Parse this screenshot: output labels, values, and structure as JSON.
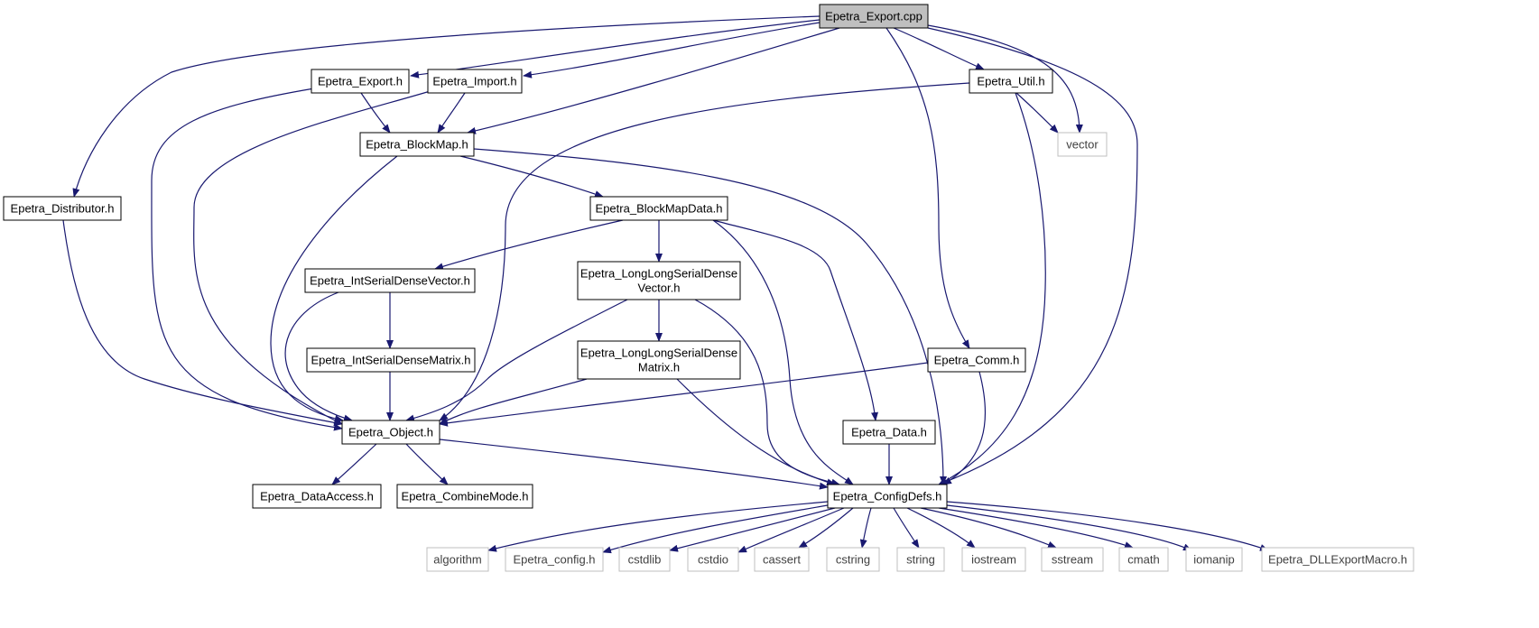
{
  "colors": {
    "edge": "#191970",
    "root_fill": "#bfbfbf",
    "node_fill": "#ffffff",
    "node_border": "#000000",
    "system_border": "#bfbfbf"
  },
  "nodes": [
    {
      "id": "export_cpp",
      "lines": [
        "Epetra_Export.cpp"
      ],
      "kind": "root"
    },
    {
      "id": "export_h",
      "lines": [
        "Epetra_Export.h"
      ],
      "kind": "local"
    },
    {
      "id": "import_h",
      "lines": [
        "Epetra_Import.h"
      ],
      "kind": "local"
    },
    {
      "id": "util_h",
      "lines": [
        "Epetra_Util.h"
      ],
      "kind": "local"
    },
    {
      "id": "vector",
      "lines": [
        "vector"
      ],
      "kind": "system"
    },
    {
      "id": "blockmap_h",
      "lines": [
        "Epetra_BlockMap.h"
      ],
      "kind": "local"
    },
    {
      "id": "distributor_h",
      "lines": [
        "Epetra_Distributor.h"
      ],
      "kind": "local"
    },
    {
      "id": "blockmapdata_h",
      "lines": [
        "Epetra_BlockMapData.h"
      ],
      "kind": "local"
    },
    {
      "id": "intserialdensevector_h",
      "lines": [
        "Epetra_IntSerialDenseVector.h"
      ],
      "kind": "local"
    },
    {
      "id": "llsdvector_h",
      "lines": [
        "Epetra_LongLongSerialDense",
        "Vector.h"
      ],
      "kind": "local"
    },
    {
      "id": "intserialdensematrix_h",
      "lines": [
        "Epetra_IntSerialDenseMatrix.h"
      ],
      "kind": "local"
    },
    {
      "id": "llsdmatrix_h",
      "lines": [
        "Epetra_LongLongSerialDense",
        "Matrix.h"
      ],
      "kind": "local"
    },
    {
      "id": "comm_h",
      "lines": [
        "Epetra_Comm.h"
      ],
      "kind": "local"
    },
    {
      "id": "object_h",
      "lines": [
        "Epetra_Object.h"
      ],
      "kind": "local"
    },
    {
      "id": "data_h",
      "lines": [
        "Epetra_Data.h"
      ],
      "kind": "local"
    },
    {
      "id": "dataaccess_h",
      "lines": [
        "Epetra_DataAccess.h"
      ],
      "kind": "local"
    },
    {
      "id": "combinemode_h",
      "lines": [
        "Epetra_CombineMode.h"
      ],
      "kind": "local"
    },
    {
      "id": "configdefs_h",
      "lines": [
        "Epetra_ConfigDefs.h"
      ],
      "kind": "local"
    },
    {
      "id": "algorithm",
      "lines": [
        "algorithm"
      ],
      "kind": "system"
    },
    {
      "id": "epetra_config_h",
      "lines": [
        "Epetra_config.h"
      ],
      "kind": "system"
    },
    {
      "id": "cstdlib",
      "lines": [
        "cstdlib"
      ],
      "kind": "system"
    },
    {
      "id": "cstdio",
      "lines": [
        "cstdio"
      ],
      "kind": "system"
    },
    {
      "id": "cassert",
      "lines": [
        "cassert"
      ],
      "kind": "system"
    },
    {
      "id": "cstring",
      "lines": [
        "cstring"
      ],
      "kind": "system"
    },
    {
      "id": "string",
      "lines": [
        "string"
      ],
      "kind": "system"
    },
    {
      "id": "iostream",
      "lines": [
        "iostream"
      ],
      "kind": "system"
    },
    {
      "id": "sstream",
      "lines": [
        "sstream"
      ],
      "kind": "system"
    },
    {
      "id": "cmath",
      "lines": [
        "cmath"
      ],
      "kind": "system"
    },
    {
      "id": "iomanip",
      "lines": [
        "iomanip"
      ],
      "kind": "system"
    },
    {
      "id": "dllexportmacro_h",
      "lines": [
        "Epetra_DLLExportMacro.h"
      ],
      "kind": "system"
    }
  ],
  "edges": [
    {
      "from": "export_cpp",
      "to": "export_h"
    },
    {
      "from": "export_cpp",
      "to": "import_h"
    },
    {
      "from": "export_cpp",
      "to": "blockmap_h"
    },
    {
      "from": "export_cpp",
      "to": "distributor_h"
    },
    {
      "from": "export_cpp",
      "to": "util_h"
    },
    {
      "from": "export_cpp",
      "to": "vector"
    },
    {
      "from": "export_cpp",
      "to": "comm_h"
    },
    {
      "from": "export_cpp",
      "to": "configdefs_h"
    },
    {
      "from": "export_h",
      "to": "blockmap_h"
    },
    {
      "from": "export_h",
      "to": "object_h"
    },
    {
      "from": "import_h",
      "to": "blockmap_h"
    },
    {
      "from": "import_h",
      "to": "object_h"
    },
    {
      "from": "util_h",
      "to": "vector"
    },
    {
      "from": "util_h",
      "to": "object_h"
    },
    {
      "from": "util_h",
      "to": "configdefs_h"
    },
    {
      "from": "blockmap_h",
      "to": "blockmapdata_h"
    },
    {
      "from": "blockmap_h",
      "to": "object_h"
    },
    {
      "from": "blockmap_h",
      "to": "configdefs_h"
    },
    {
      "from": "distributor_h",
      "to": "object_h"
    },
    {
      "from": "blockmapdata_h",
      "to": "intserialdensevector_h"
    },
    {
      "from": "blockmapdata_h",
      "to": "llsdvector_h"
    },
    {
      "from": "blockmapdata_h",
      "to": "data_h"
    },
    {
      "from": "blockmapdata_h",
      "to": "configdefs_h"
    },
    {
      "from": "intserialdensevector_h",
      "to": "intserialdensematrix_h"
    },
    {
      "from": "intserialdensevector_h",
      "to": "object_h"
    },
    {
      "from": "llsdvector_h",
      "to": "llsdmatrix_h"
    },
    {
      "from": "llsdvector_h",
      "to": "object_h"
    },
    {
      "from": "llsdvector_h",
      "to": "configdefs_h"
    },
    {
      "from": "intserialdensematrix_h",
      "to": "object_h"
    },
    {
      "from": "llsdmatrix_h",
      "to": "object_h"
    },
    {
      "from": "llsdmatrix_h",
      "to": "configdefs_h"
    },
    {
      "from": "comm_h",
      "to": "object_h"
    },
    {
      "from": "comm_h",
      "to": "configdefs_h"
    },
    {
      "from": "object_h",
      "to": "dataaccess_h"
    },
    {
      "from": "object_h",
      "to": "combinemode_h"
    },
    {
      "from": "object_h",
      "to": "configdefs_h"
    },
    {
      "from": "data_h",
      "to": "configdefs_h"
    },
    {
      "from": "configdefs_h",
      "to": "algorithm"
    },
    {
      "from": "configdefs_h",
      "to": "epetra_config_h"
    },
    {
      "from": "configdefs_h",
      "to": "cstdlib"
    },
    {
      "from": "configdefs_h",
      "to": "cstdio"
    },
    {
      "from": "configdefs_h",
      "to": "cassert"
    },
    {
      "from": "configdefs_h",
      "to": "cstring"
    },
    {
      "from": "configdefs_h",
      "to": "string"
    },
    {
      "from": "configdefs_h",
      "to": "iostream"
    },
    {
      "from": "configdefs_h",
      "to": "sstream"
    },
    {
      "from": "configdefs_h",
      "to": "cmath"
    },
    {
      "from": "configdefs_h",
      "to": "iomanip"
    },
    {
      "from": "configdefs_h",
      "to": "dllexportmacro_h"
    }
  ]
}
